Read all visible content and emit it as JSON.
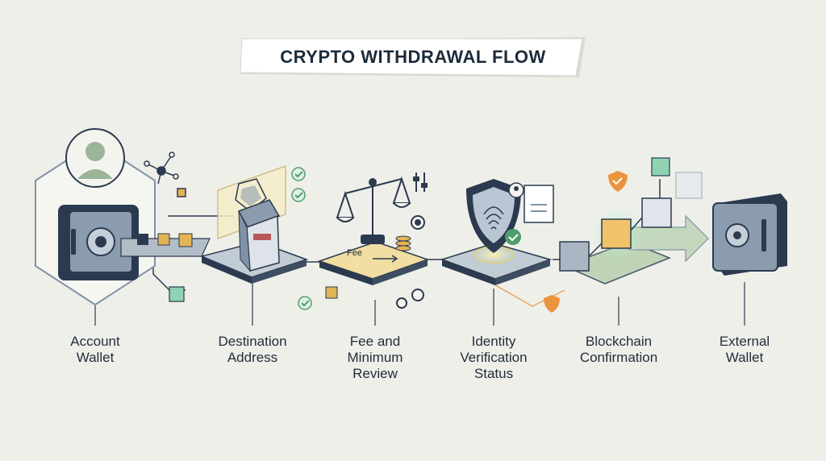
{
  "title": "CRYPTO WITHDRAWAL FLOW",
  "fee_tag": "Fee",
  "steps": [
    {
      "id": "account-wallet",
      "label": "Account\nWallet"
    },
    {
      "id": "destination-address",
      "label": "Destination\nAddress"
    },
    {
      "id": "fee-and-minimum-review",
      "label": "Fee and\nMinimum\nReview"
    },
    {
      "id": "identity-verification-status",
      "label": "Identity\nVerification\nStatus"
    },
    {
      "id": "blockchain-confirmation",
      "label": "Blockchain\nConfirmation"
    },
    {
      "id": "external-wallet",
      "label": "External\nWallet"
    }
  ],
  "icons": [
    "user-avatar-icon",
    "vault-icon",
    "network-node-icon",
    "cube-icon",
    "map-icon",
    "kiosk-icon",
    "check-icon",
    "scale-icon",
    "gear-icon",
    "coin-stack-icon",
    "slider-icon",
    "shield-fingerprint-icon",
    "id-document-icon",
    "block-chain-icon",
    "arrow-right-icon"
  ],
  "colors": {
    "background": "#efefea",
    "navy": "#2b3a4f",
    "steel": "#7f93a6",
    "gold": "#e3b454",
    "mint": "#8fd3b3",
    "orange": "#e9943f",
    "check_green": "#4f9d6c",
    "sage": "#b7cfae"
  }
}
